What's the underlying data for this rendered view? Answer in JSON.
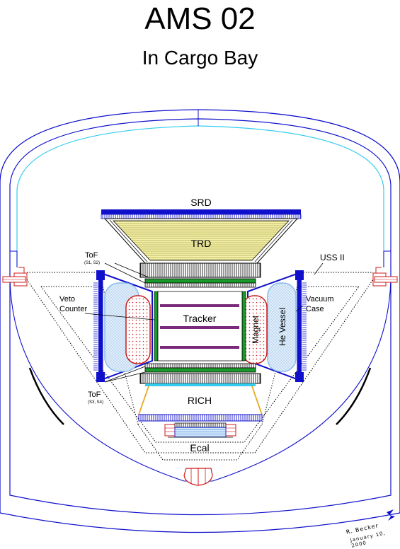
{
  "title": "AMS 02",
  "subtitle": "In Cargo Bay",
  "labels": {
    "srd": "SRD",
    "trd": "TRD",
    "tof_top": "ToF",
    "tof_top_sub": "(S1, S2)",
    "uss": "USS II",
    "veto_1": "Veto",
    "veto_2": "Counter",
    "tracker": "Tracker",
    "magnet": "Magnet",
    "he_vessel": "He Vessel",
    "vacuum_1": "Vacuum",
    "vacuum_2": "Case",
    "tof_bottom": "ToF",
    "tof_bottom_sub": "(S3, S4)",
    "rich": "RICH",
    "ecal": "Ecal"
  },
  "signature": {
    "line1": "R. Becker",
    "line2": "January 10, 2000"
  },
  "colors": {
    "bay_outline": "#1010cc",
    "bay_inner": "#33ccee",
    "trd_fill": "#f5f0a8",
    "tof_green": "#1a9a2a",
    "tracker_plane": "#7a2a7a",
    "magnet_red": "#cc1a1a",
    "vessel_blue": "#88bbee",
    "rich_mirror": "#e8a820"
  }
}
